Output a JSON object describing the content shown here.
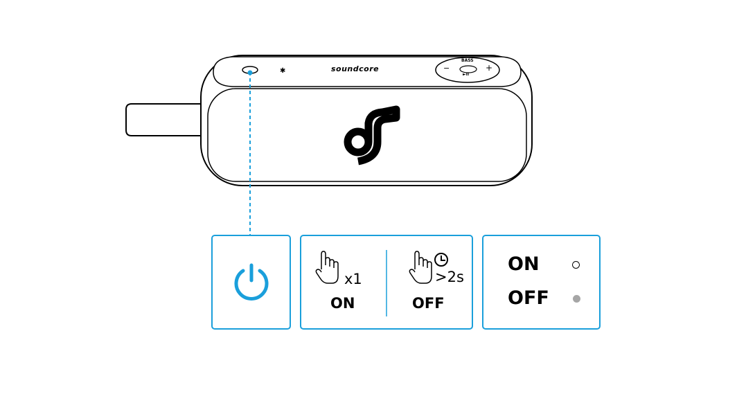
{
  "speaker": {
    "brand": "soundcore",
    "controls": {
      "bass_label": "BASS",
      "minus": "−",
      "plus": "+",
      "play_pause": "►II"
    }
  },
  "power_button": {
    "icon": "power-icon",
    "color": "#1a9fdb"
  },
  "operation": {
    "on": {
      "gesture": "press-icon",
      "count": "x1",
      "label": "ON"
    },
    "off": {
      "gesture": "press-hold-icon",
      "duration": ">2s",
      "label": "OFF"
    }
  },
  "indicator": {
    "on": {
      "label": "ON",
      "led": "white"
    },
    "off": {
      "label": "OFF",
      "led": "gray"
    }
  },
  "colors": {
    "accent": "#1a9fdb",
    "led_off": "#a6a6a6"
  }
}
